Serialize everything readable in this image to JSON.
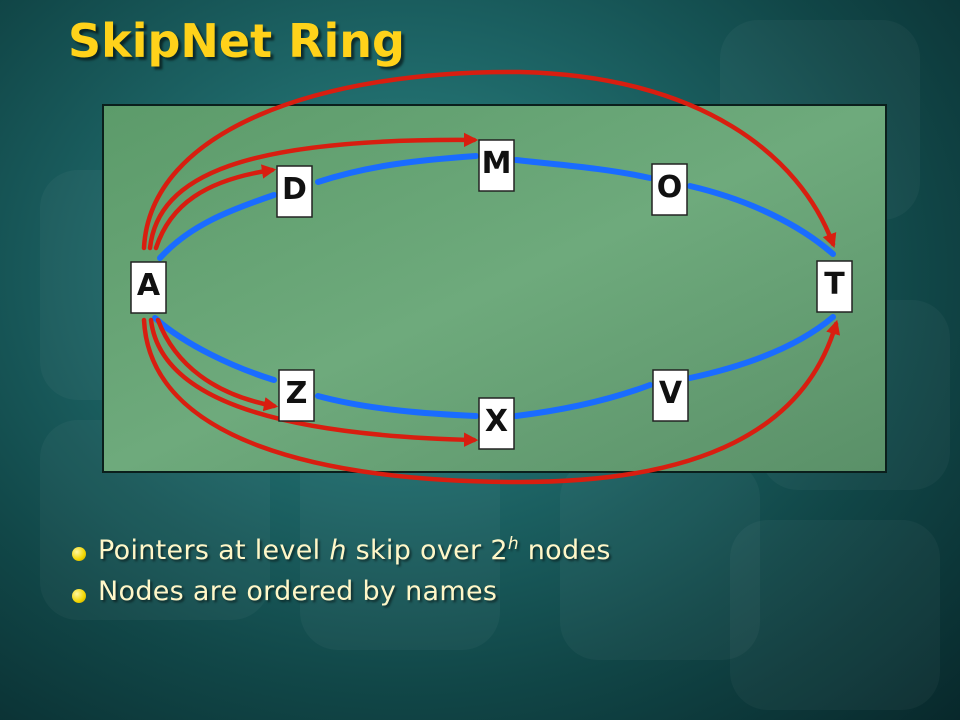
{
  "title": "SkipNet Ring",
  "nodes": [
    {
      "id": "A",
      "label": "A"
    },
    {
      "id": "D",
      "label": "D"
    },
    {
      "id": "M",
      "label": "M"
    },
    {
      "id": "O",
      "label": "O"
    },
    {
      "id": "T",
      "label": "T"
    },
    {
      "id": "V",
      "label": "V"
    },
    {
      "id": "X",
      "label": "X"
    },
    {
      "id": "Z",
      "label": "Z"
    }
  ],
  "ring_links": [
    [
      "A",
      "D"
    ],
    [
      "D",
      "M"
    ],
    [
      "M",
      "O"
    ],
    [
      "O",
      "T"
    ],
    [
      "A",
      "Z"
    ],
    [
      "Z",
      "X"
    ],
    [
      "X",
      "V"
    ],
    [
      "V",
      "T"
    ]
  ],
  "skip_pointers": [
    {
      "from": "A",
      "to": "D",
      "level": 0
    },
    {
      "from": "A",
      "to": "M",
      "level": 1
    },
    {
      "from": "A",
      "to": "T",
      "level": 2
    },
    {
      "from": "A",
      "to": "Z",
      "level": 0
    },
    {
      "from": "A",
      "to": "X",
      "level": 1
    },
    {
      "from": "A",
      "to": "T",
      "level": 2
    }
  ],
  "bullets": {
    "b1": {
      "pre": "Pointers at level ",
      "var": "h",
      "mid": " skip over 2",
      "sup": "h",
      "post": " nodes"
    },
    "b2": {
      "text": "Nodes are ordered by names"
    }
  },
  "colors": {
    "title": "#ffd21a",
    "panel": "#66a474",
    "ring": "#1a6cff",
    "pointer": "#d81e10",
    "node": "#ffffff",
    "bullet": "#f2d500",
    "text": "#fff7c8"
  }
}
